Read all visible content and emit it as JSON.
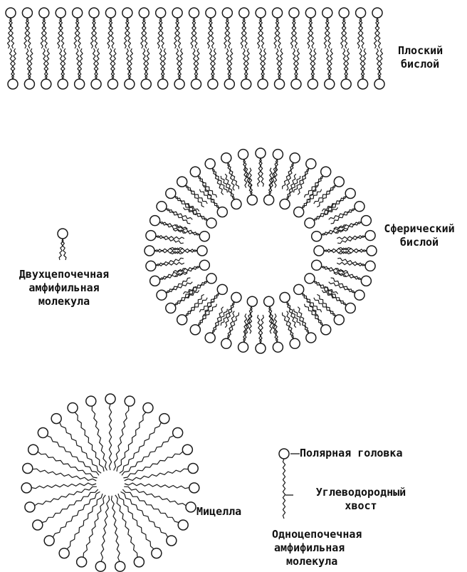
{
  "labels": {
    "flat_bilayer": [
      "Плоский",
      "бислой"
    ],
    "spherical_bilayer": [
      "Сферический",
      "бислой"
    ],
    "double_chain_molecule": [
      "Двухцепочечная",
      "амфифильная",
      "молекула"
    ],
    "micelle": "Мицелла",
    "polar_head": "Полярная головка",
    "hydrocarbon_tail": [
      "Углеводородный",
      "хвост"
    ],
    "single_chain_molecule": [
      "Одноцепочечная",
      "амфифильная",
      "молекула"
    ]
  }
}
